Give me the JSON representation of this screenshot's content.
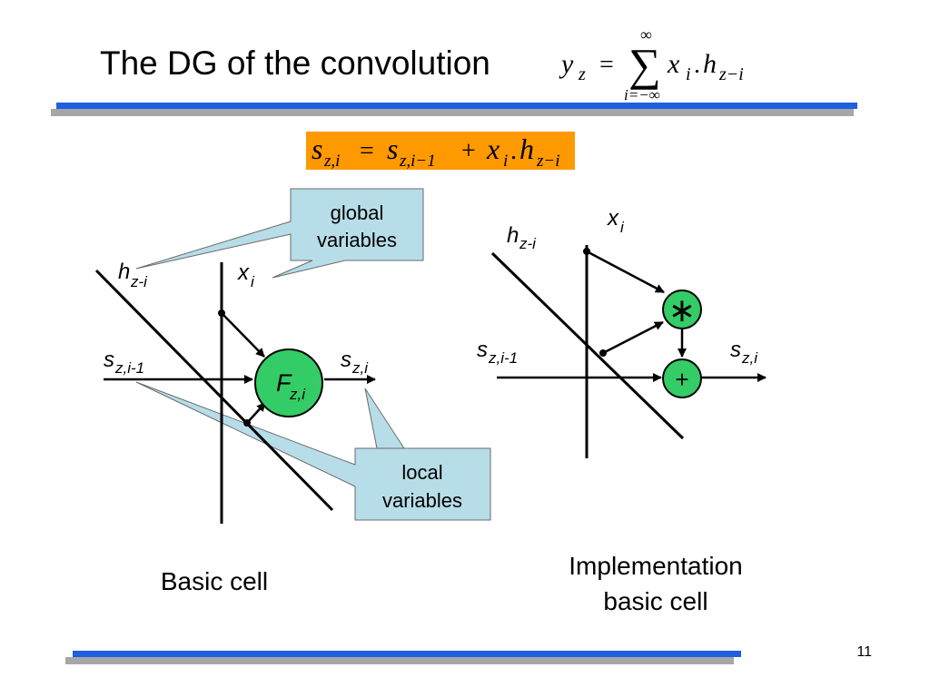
{
  "slide": {
    "title": "The DG of the convolution",
    "page_number": "11"
  },
  "colors": {
    "rule_blue": "#1f5fe0",
    "rule_shadow": "#a6a6a6",
    "node_green": "#33cc66",
    "callout_fill": "#b7dde8",
    "formula_highlight": "#ff9900"
  },
  "title_formula": {
    "lhs": "y",
    "lhs_sub": "z",
    "equals": "=",
    "sum_symbol": "∑",
    "sum_upper": "∞",
    "sum_lower": "i=−∞",
    "x": "x",
    "x_sub": "i",
    "dot": ".",
    "h": "h",
    "h_sub": "z−i"
  },
  "recurrence": {
    "s": "s",
    "sub_lhs": "z,i",
    "equals": "=",
    "sub_prev": "z,i−1",
    "plus": "+",
    "x": "x",
    "x_sub": "i",
    "dot": ".",
    "h": "h",
    "h_sub": "z−i"
  },
  "basic_cell": {
    "caption": "Basic cell",
    "node": {
      "label": "F",
      "sub": "z,i"
    },
    "labels": {
      "h": "h",
      "h_sub": "z-i",
      "x": "x",
      "x_sub": "i",
      "s_in": "s",
      "s_in_sub": "z,i-1",
      "s_out": "s",
      "s_out_sub": "z,i"
    },
    "callouts": {
      "global": [
        "global",
        "variables"
      ],
      "local": [
        "local",
        "variables"
      ]
    }
  },
  "impl_cell": {
    "caption": [
      "Implementation",
      "basic cell"
    ],
    "multiply_symbol": "∗",
    "add_symbol": "+",
    "labels": {
      "h": "h",
      "h_sub": "z-i",
      "x": "x",
      "x_sub": "i",
      "s_in": "s",
      "s_in_sub": "z,i-1",
      "s_out": "s",
      "s_out_sub": "z,i"
    }
  }
}
